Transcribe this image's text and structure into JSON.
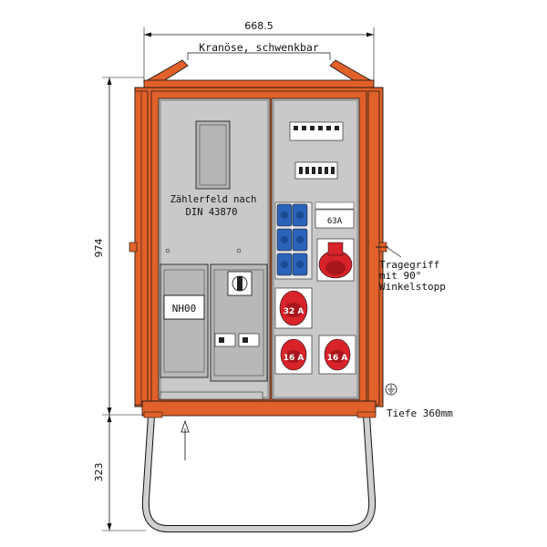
{
  "dimensions": {
    "width": "668.5",
    "height_cabinet": "974",
    "height_frame": "323"
  },
  "labels": {
    "crane_eye": "Kranöse, schwenkbar",
    "meter_field_line1": "Zählerfeld nach",
    "meter_field_line2": "DIN 43870",
    "fuse_box": "NH00",
    "breaker_rating": "63A",
    "handle_line1": "Tragegriff",
    "handle_line2": "mit 90°",
    "handle_line3": "Winkelstopp",
    "depth": "Tiefe 360mm"
  },
  "sockets": {
    "cee_large": "32 A",
    "cee_small_left": "16 A",
    "cee_small_right": "16 A"
  },
  "colors": {
    "cabinet_orange": "#e0612a",
    "panel_gray": "#c9c9c9",
    "socket_red": "#d8232a",
    "schuko_blue": "#2a63b8",
    "frame_gray": "#d0d0d0"
  },
  "icons": {
    "ground_symbol": "earth-ground-icon",
    "arrow": "up-arrow-icon"
  }
}
